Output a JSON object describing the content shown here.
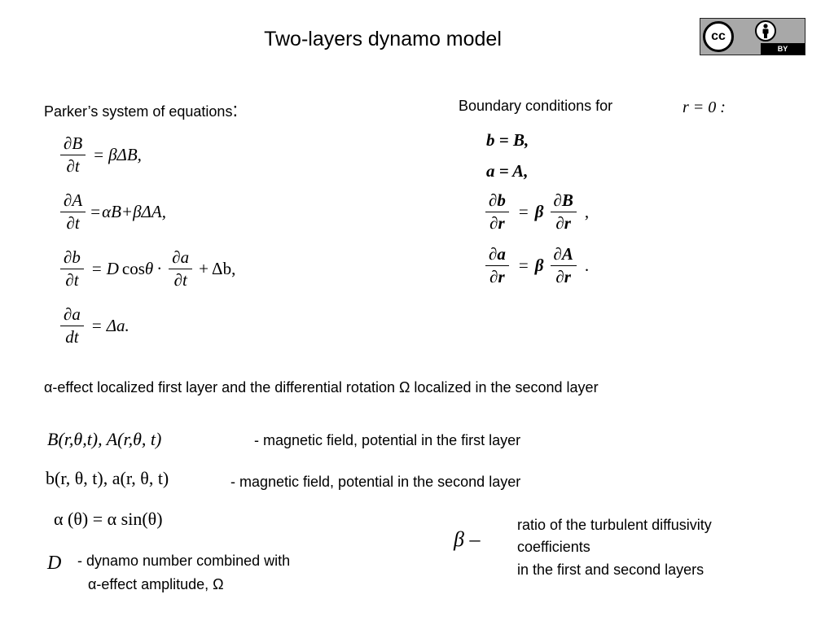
{
  "title": "Two-layers dynamo model",
  "license_badge": {
    "cc": "cc",
    "by": "BY"
  },
  "parker": {
    "heading": "Parker’s system of equations",
    "heading_colon": ":",
    "eq1": {
      "num": "∂B",
      "den": "∂t",
      "eq": "=",
      "rhs": "βΔB,",
      "rhs_italic": true
    },
    "eq2": {
      "num": "∂A",
      "den": "∂t",
      "eq": "=",
      "rhs": "αB+βΔA,"
    },
    "eq3": {
      "num": "∂b",
      "den": "∂t",
      "eq": "=",
      "d": "D",
      "cos": "cos",
      "theta": "θ",
      "dot": "·",
      "num2": "∂a",
      "den2": "∂t",
      "tail": "+ Δb,"
    },
    "eq4": {
      "num": "∂a",
      "den": "dt",
      "eq": "=",
      "rhs": "Δa."
    }
  },
  "boundary": {
    "heading": "Boundary conditions for",
    "condition": "r = 0 :",
    "bc1": "b = B,",
    "bc2": "a = A,",
    "bc3": {
      "num": "∂b",
      "den": "∂r",
      "eq": "=",
      "beta": "β",
      "num2": "∂B",
      "den2": "∂r",
      "tail": ","
    },
    "bc4": {
      "num": "∂a",
      "den": "∂r",
      "eq": "=",
      "beta": "β",
      "num2": "∂A",
      "den2": "∂r",
      "tail": "."
    }
  },
  "alpha_note": "α-effect localized first layer and the differential rotation Ω localized in the second layer",
  "defs": {
    "first_layer_math": "B(r,θ,t),  A(r,θ, t)",
    "first_layer_text": "-  magnetic field, potential in the first layer",
    "second_layer_math": "b(r, θ, t), a(r,  θ, t)",
    "second_layer_text": "-  magnetic field, potential in the second layer",
    "alpha_math": "α (θ)  =  α sin(θ)",
    "d_symbol": "D",
    "d_text_line1": "- dynamo number combined with",
    "d_text_line2": "α-effect  amplitude, Ω",
    "beta_symbol": "β –",
    "beta_text_line1": "ratio of the turbulent diffusivity",
    "beta_text_line2": "coefficients",
    "beta_text_line3": "in the first and second layers"
  }
}
